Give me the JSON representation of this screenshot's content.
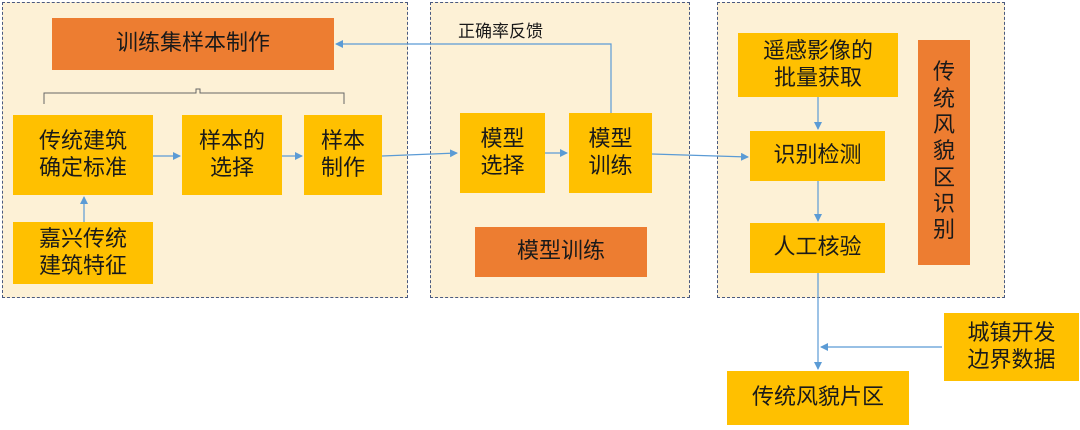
{
  "panels": {
    "left": {
      "header": "训练集样本制作",
      "criteria": "传统建筑\n确定标准",
      "features": "嘉兴传统\n建筑特征",
      "selection": "样本的\n选择",
      "making": "样本\n制作"
    },
    "middle": {
      "model_select": "模型\n选择",
      "model_train": "模型\n训练",
      "label": "模型训练",
      "feedback": "正确率反馈"
    },
    "right": {
      "acquire": "遥感影像的\n批量获取",
      "detect": "识别检测",
      "verify": "人工核验",
      "vertical_label": "传\n统\n风\n貌\n区\n识\n别"
    }
  },
  "outside": {
    "boundary": "城镇开发\n边界数据",
    "result": "传统风貌片区"
  },
  "colors": {
    "panel_bg": "#fdf1d6",
    "panel_border": "#4a5a80",
    "yellow_box": "#ffc000",
    "orange_box": "#ed7d31",
    "arrow": "#5b9bd5"
  }
}
